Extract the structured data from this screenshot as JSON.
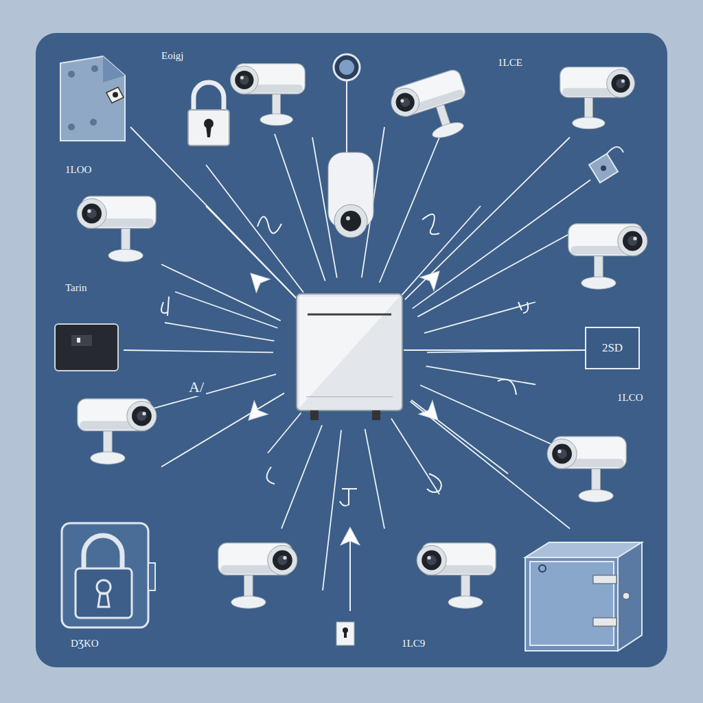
{
  "diagram": {
    "nodes": [
      {
        "text": [
          "2SD"
        ]
      }
    ],
    "labels": [
      "Eoigj",
      "1LCE",
      "1LOO",
      "Tarin",
      "A/",
      "1LCO",
      "DƷKO",
      "1LC9"
    ]
  }
}
